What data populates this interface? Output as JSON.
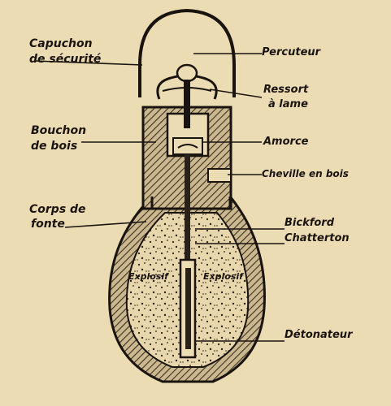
{
  "labels": {
    "capuchon_l1": "Capuchon",
    "capuchon_l2": "de sécurité",
    "bouchon_l1": "Bouchon",
    "bouchon_l2": "de bois",
    "corps_l1": "Corps de",
    "corps_l2": "fonte",
    "percuteur": "Percuteur",
    "ressort_l1": "Ressort",
    "ressort_l2": "à lame",
    "amorce": "Amorce",
    "cheville": "Cheville en bois",
    "bickford": "Bickford",
    "chatterton": "Chatterton",
    "explosif_left": "Explosif",
    "explosif_right": "Explosif",
    "detonateur": "Détonateur"
  },
  "colors": {
    "paper": "#ecdcb4",
    "ink": "#1a1410",
    "hatch": "#3b2f22",
    "explosive_fill": "#e8d7ad"
  }
}
